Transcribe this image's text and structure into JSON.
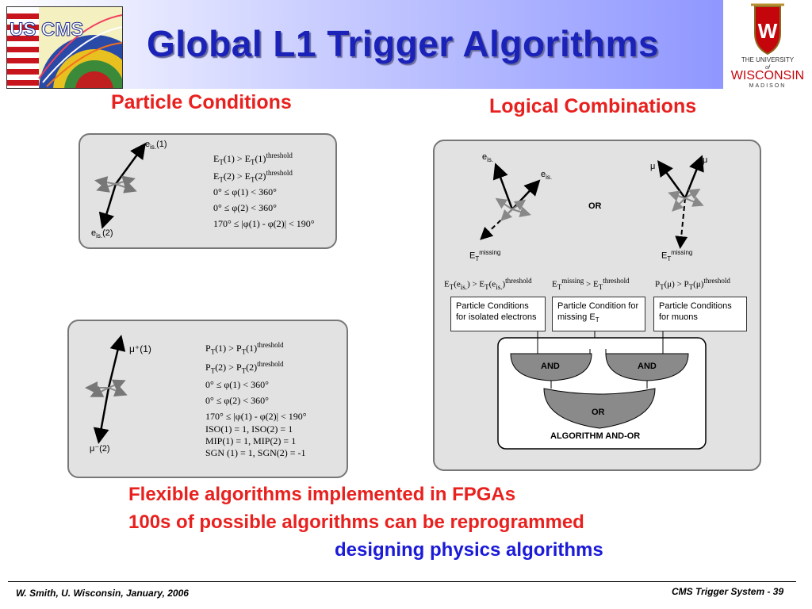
{
  "header": {
    "title": "Global L1 Trigger Algorithms",
    "cms_logo_text": "US CMS",
    "uw_logo": {
      "line1": "THE UNIVERSITY",
      "line2": "of",
      "line3": "WISCONSIN",
      "line4": "MADISON"
    }
  },
  "sections": {
    "left_heading": "Particle Conditions",
    "right_heading": "Logical Combinations"
  },
  "panel1": {
    "label_top": "e",
    "label_top_sub": "is.",
    "label_top_suffix": "(1)",
    "label_bottom": "e",
    "label_bottom_sub": "is.",
    "label_bottom_suffix": "(2)",
    "eq1": "E_T(1) > E_T(1)^threshold",
    "eq2": "E_T(2) > E_T(2)^threshold",
    "eq3": "0° ≤ φ(1) < 360°",
    "eq4": "0° ≤ φ(2) < 360°",
    "eq5": "170° ≤ |φ(1) - φ(2)| < 190°"
  },
  "panel2": {
    "label_top": "μ⁺(1)",
    "label_bottom": "μ⁻(2)",
    "eq1": "P_T(1) > P_T(1)^threshold",
    "eq2": "P_T(2) > P_T(2)^threshold",
    "eq3": "0° ≤ φ(1) < 360°",
    "eq4": "0° ≤ φ(2) < 360°",
    "eq5": "170° ≤ |φ(1) - φ(2)| < 190°",
    "eq6": "ISO(1) = 1, ISO(2) = 1",
    "eq7": "MIP(1) = 1, MIP(2) = 1",
    "eq8": "SGN (1) = 1, SGN(2) = -1"
  },
  "logic": {
    "e_label": "e",
    "e_sub": "is.",
    "or_label": "OR",
    "mu_label": "μ",
    "etmiss_left": "E",
    "etmiss_sub": "T",
    "etmiss_sup": "missing",
    "cond_e": "E_T(e_is.) > E_T(e_is.)^threshold",
    "cond_met": "E_T^missing > E_T^threshold",
    "cond_mu": "P_T(μ) > P_T(μ)^threshold",
    "box_e_line1": "Particle Conditions",
    "box_e_line2": "for isolated electrons",
    "box_met_line1": "Particle Condition for",
    "box_met_line2": "missing E",
    "box_met_sub": "T",
    "box_mu_line1": "Particle Conditions",
    "box_mu_line2": "for muons",
    "and1": "AND",
    "and2": "AND",
    "or_gate": "OR",
    "algo_label": "ALGORITHM AND-OR"
  },
  "bullets": {
    "line1": "Flexible algorithms implemented in FPGAs",
    "line2": "100s of possible algorithms can be reprogrammed",
    "line3": "designing physics algorithms"
  },
  "footer": {
    "left": "W. Smith, U. Wisconsin, January, 2006",
    "right": "CMS Trigger System -  39"
  },
  "colors": {
    "title_blue": "#1a22b8",
    "heading_red": "#e8201e",
    "accent_blue": "#1a1ad8",
    "uw_red": "#c5050c",
    "panel_gray": "#e2e2e2"
  }
}
